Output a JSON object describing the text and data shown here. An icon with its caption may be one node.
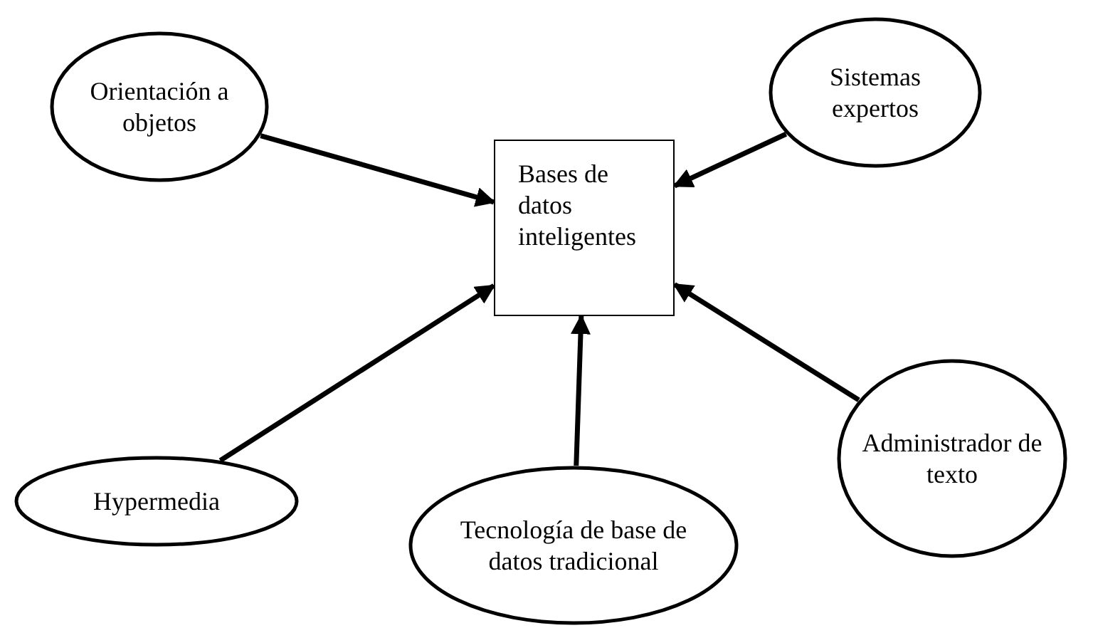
{
  "diagram": {
    "nodes": [
      {
        "text": [
          "Orientación a objetos"
        ]
      },
      {
        "text": [
          "Sistemas expertos"
        ]
      },
      {
        "text": [
          "Bases de datos inteligentes"
        ]
      },
      {
        "text": [
          "Hypermedia"
        ]
      },
      {
        "text": [
          "Administrador de texto"
        ]
      },
      {
        "text": [
          "Tecnología de base de datos tradicional"
        ]
      }
    ],
    "edges": [
      {
        "from": 0,
        "to": 2,
        "arrow": "to"
      },
      {
        "from": 1,
        "to": 2,
        "arrow": "to"
      },
      {
        "from": 3,
        "to": 2,
        "arrow": "to"
      },
      {
        "from": 5,
        "to": 2,
        "arrow": "to"
      },
      {
        "from": 4,
        "to": 2,
        "arrow": "to"
      }
    ]
  }
}
